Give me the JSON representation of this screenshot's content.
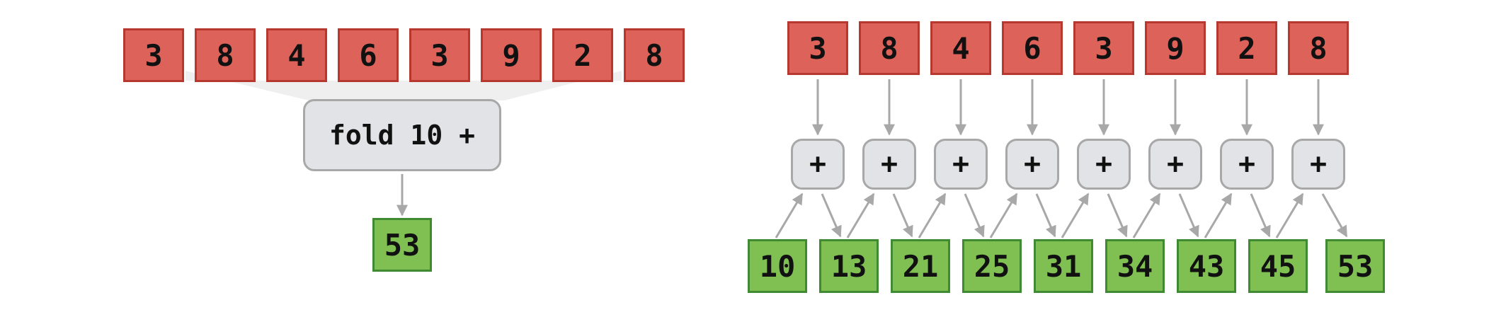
{
  "fold_view": {
    "inputs": [
      "3",
      "8",
      "4",
      "6",
      "3",
      "9",
      "2",
      "8"
    ],
    "operation_label": "fold 10 +",
    "result": "53"
  },
  "scan_view": {
    "inputs": [
      "3",
      "8",
      "4",
      "6",
      "3",
      "9",
      "2",
      "8"
    ],
    "operator": "+",
    "accumulators": [
      "10",
      "13",
      "21",
      "25",
      "31",
      "34",
      "43",
      "45",
      "53"
    ]
  },
  "colors": {
    "input_fill": "#dc625a",
    "input_border": "#b7382f",
    "output_fill": "#80bf52",
    "output_border": "#3f8a32",
    "operator_fill": "#e2e3e6",
    "operator_border": "#a8a8a8",
    "arrow": "#a8a8a8",
    "funnel": "#efefef"
  }
}
